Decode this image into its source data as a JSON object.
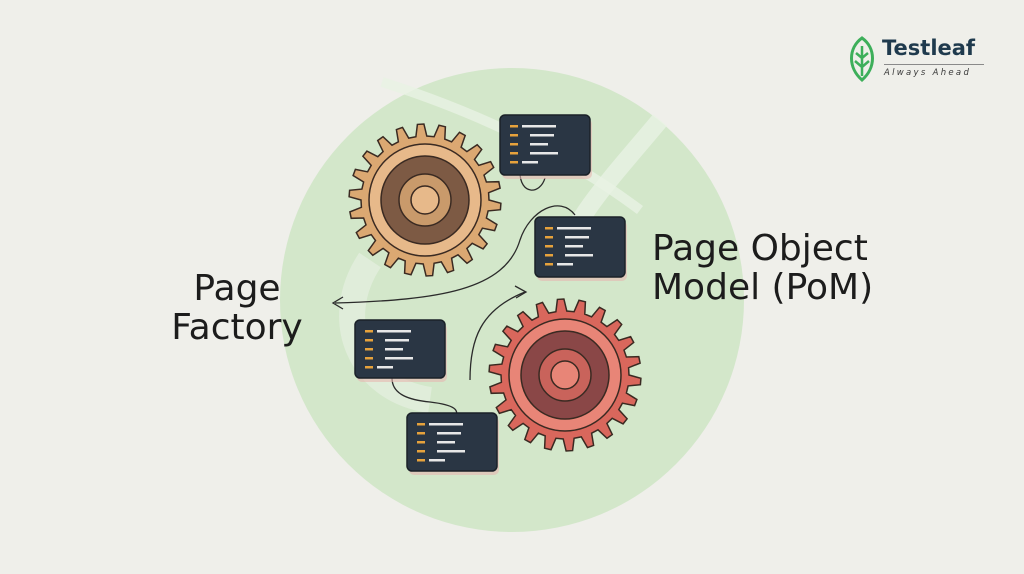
{
  "labels": {
    "left_line1": "Page",
    "left_line2": "Factory",
    "right_line1": "Page Object",
    "right_line2": "Model (PoM)"
  },
  "brand": {
    "name": "Testleaf",
    "tagline": "Always Ahead",
    "icon": "leaf-icon"
  },
  "colors": {
    "background": "#efefea",
    "circle": "#cfe6c6",
    "gear_tan": "#dba872",
    "gear_red": "#d9675c",
    "panel": "#2a3644",
    "code_orange": "#e6a23c",
    "code_white": "#e8e8e8",
    "brand_green": "#3daf5a"
  }
}
